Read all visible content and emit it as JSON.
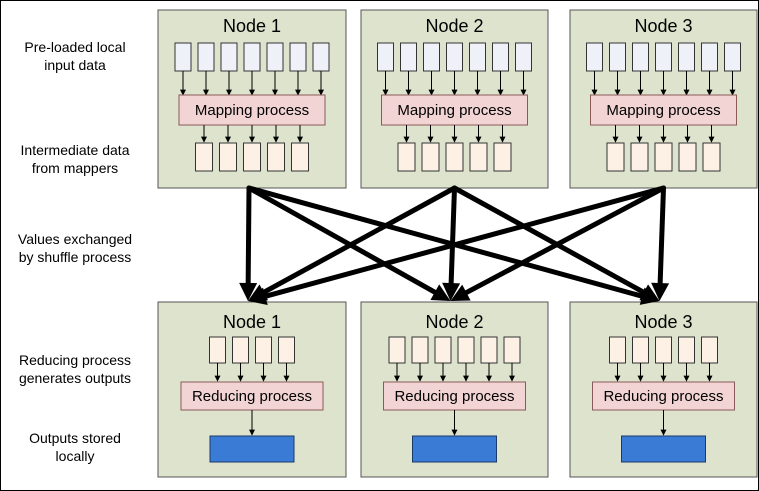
{
  "row_labels": [
    {
      "line1": "Pre-loaded local",
      "line2": "input data"
    },
    {
      "line1": "Intermediate data",
      "line2": "from mappers"
    },
    {
      "line1": "Values exchanged",
      "line2": "by shuffle process"
    },
    {
      "line1": "Reducing process",
      "line2": "generates outputs"
    },
    {
      "line1": "Outputs stored",
      "line2": "locally"
    }
  ],
  "map_nodes": [
    {
      "title": "Node 1",
      "process": "Mapping process",
      "input_blocks": 7,
      "intermediate_blocks": 5
    },
    {
      "title": "Node 2",
      "process": "Mapping process",
      "input_blocks": 7,
      "intermediate_blocks": 5
    },
    {
      "title": "Node 3",
      "process": "Mapping process",
      "input_blocks": 7,
      "intermediate_blocks": 5
    }
  ],
  "reduce_nodes": [
    {
      "title": "Node 1",
      "process": "Reducing process",
      "input_blocks": 4
    },
    {
      "title": "Node 2",
      "process": "Reducing process",
      "input_blocks": 6
    },
    {
      "title": "Node 3",
      "process": "Reducing process",
      "input_blocks": 5
    }
  ],
  "colors": {
    "node_fill": "#dde3cc",
    "node_stroke": "#555555",
    "input_block": "#eef1f7",
    "intermediate_block": "#fdf0e4",
    "process_fill": "#f2d4d4",
    "process_stroke": "#8a5a5a",
    "output_fill": "#3a7bd5",
    "output_stroke": "#1a3a6a"
  }
}
